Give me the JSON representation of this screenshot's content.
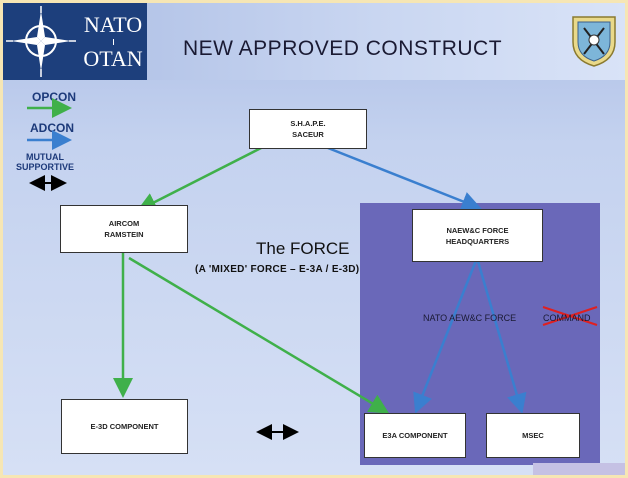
{
  "header": {
    "logo_line1": "NATO",
    "logo_line2": "OTAN",
    "title": "NEW APPROVED CONSTRUCT"
  },
  "legend": {
    "opcon": {
      "label": "OPCON",
      "color": "#3fb04a"
    },
    "adcon": {
      "label": "ADCON",
      "color": "#3a7fcf"
    },
    "mutual": {
      "line1": "MUTUAL",
      "line2": "SUPPORTIVE",
      "color": "#000000"
    }
  },
  "nodes": {
    "shape": {
      "line1": "S.H.A.P.E.",
      "line2": "SACEUR"
    },
    "aircom": {
      "line1": "AIRCOM",
      "line2": "RAMSTEIN"
    },
    "naew_hq": {
      "line1": "NAEW&C FORCE",
      "line2": "HEADQUARTERS"
    },
    "e3d": {
      "label": "E-3D COMPONENT"
    },
    "e3a": {
      "label": "E3A COMPONENT"
    },
    "msec": {
      "label": "MSEC"
    }
  },
  "force": {
    "title": "The FORCE",
    "subtitle": "(A 'MIXED' FORCE – E-3A / E-3D)"
  },
  "command_label": {
    "text": "NATO AEW&C FORCE",
    "struck_word": "COMMAND"
  },
  "colors": {
    "panel": "#6a68b9",
    "green_arrow": "#3fb04a",
    "blue_arrow": "#3a7fcf",
    "strike": "#e02020"
  }
}
